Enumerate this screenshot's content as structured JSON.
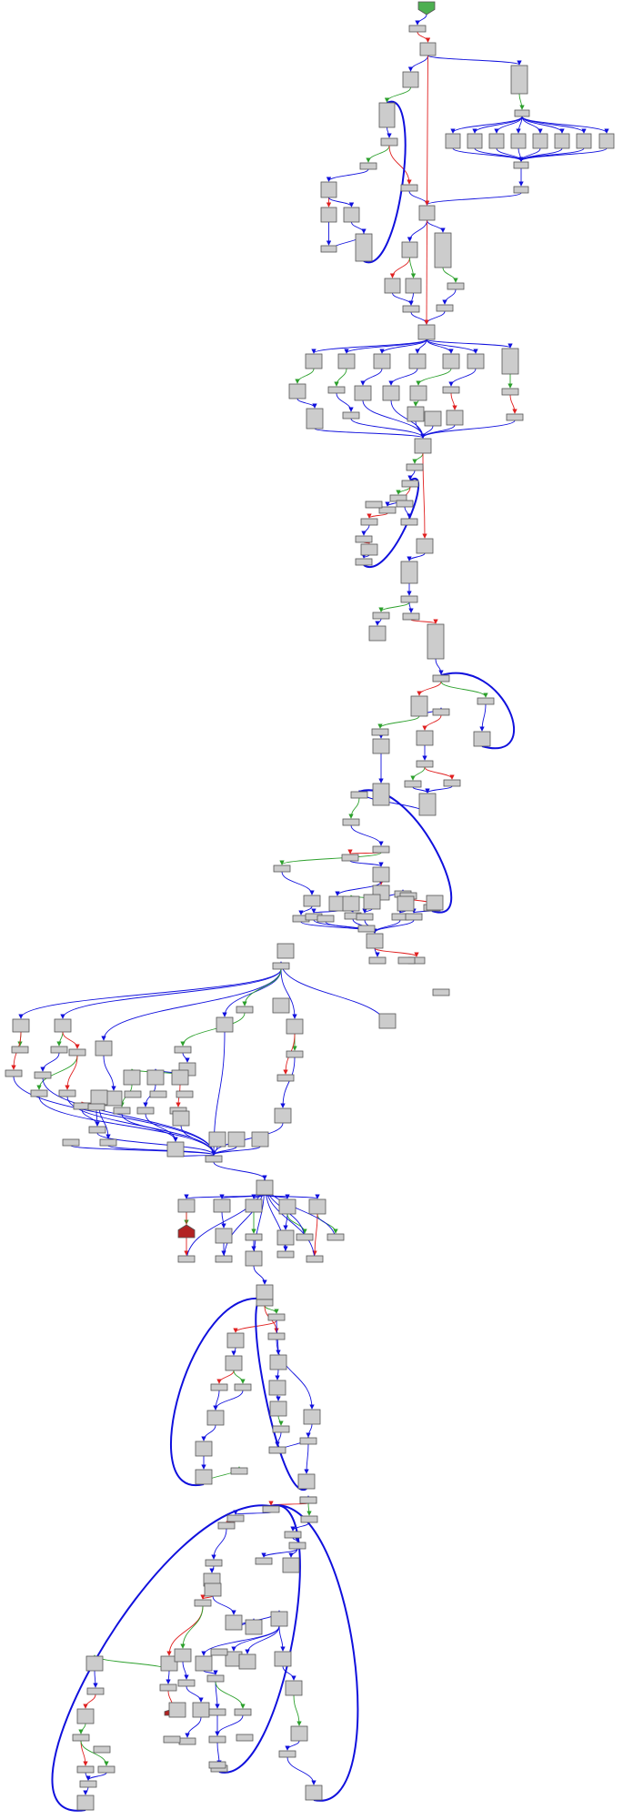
{
  "graph": {
    "kind": "control-flow-graph",
    "colors": {
      "node_fill": "#cccccc",
      "node_stroke": "#555555",
      "entry_fill": "#4caf50",
      "exit_fill": "#b22222",
      "edge_unconditional": "#1010dd",
      "edge_true": "#2ca02c",
      "edge_false": "#e02020"
    },
    "node_count_entry": 1,
    "node_count_exit": 2
  }
}
